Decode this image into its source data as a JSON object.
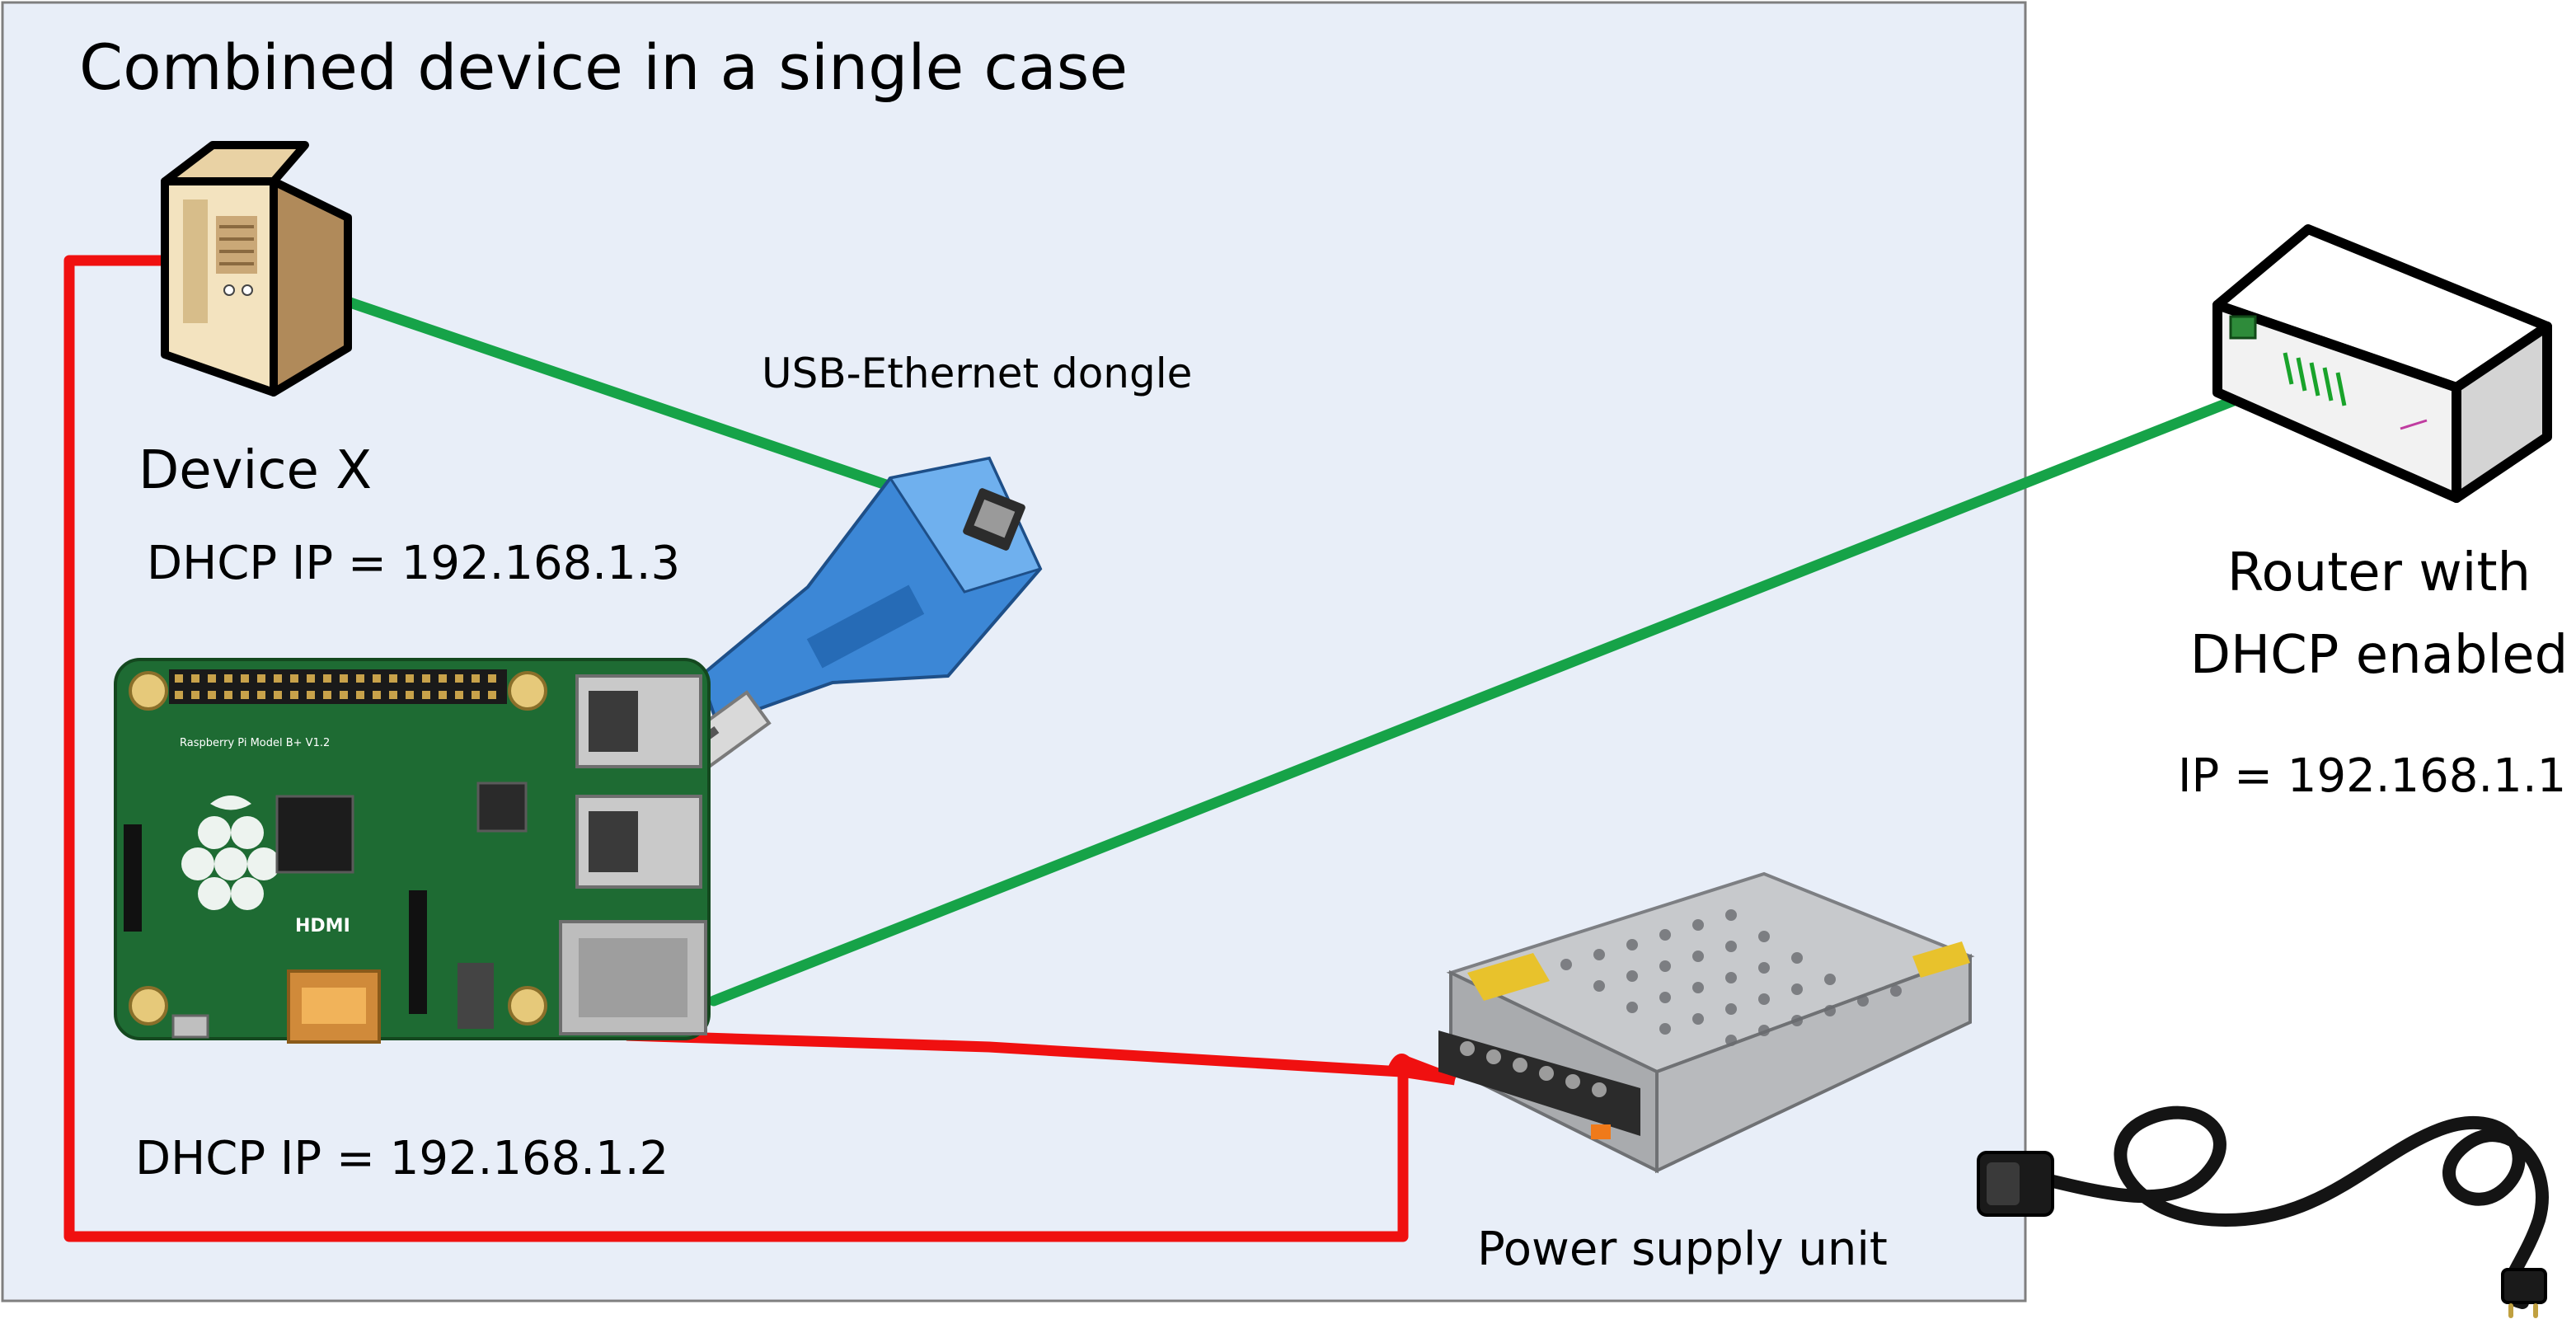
{
  "case": {
    "title": "Combined device in a single case"
  },
  "device_x": {
    "name": "Device X",
    "ip": "DHCP IP = 192.168.1.3"
  },
  "dongle": {
    "label": "USB-Ethernet dongle"
  },
  "pi": {
    "ip": "DHCP IP = 192.168.1.2",
    "board_text": "Raspberry Pi Model B+ V1.2",
    "hdmi_text": "HDMI"
  },
  "router": {
    "line1": "Router with",
    "line2": "DHCP enabled",
    "ip": "IP = 192.168.1.1"
  },
  "psu": {
    "label": "Power supply unit"
  },
  "colors": {
    "case_fill": "#e8eef8",
    "ethernet": "#16a348",
    "power": "#f01010"
  },
  "icons": {
    "device_x": "tower-server-icon",
    "router": "router-icon",
    "dongle": "usb-ethernet-dongle-icon",
    "pi": "raspberry-pi-board-icon",
    "psu": "power-supply-icon",
    "cord": "power-cord-icon"
  }
}
